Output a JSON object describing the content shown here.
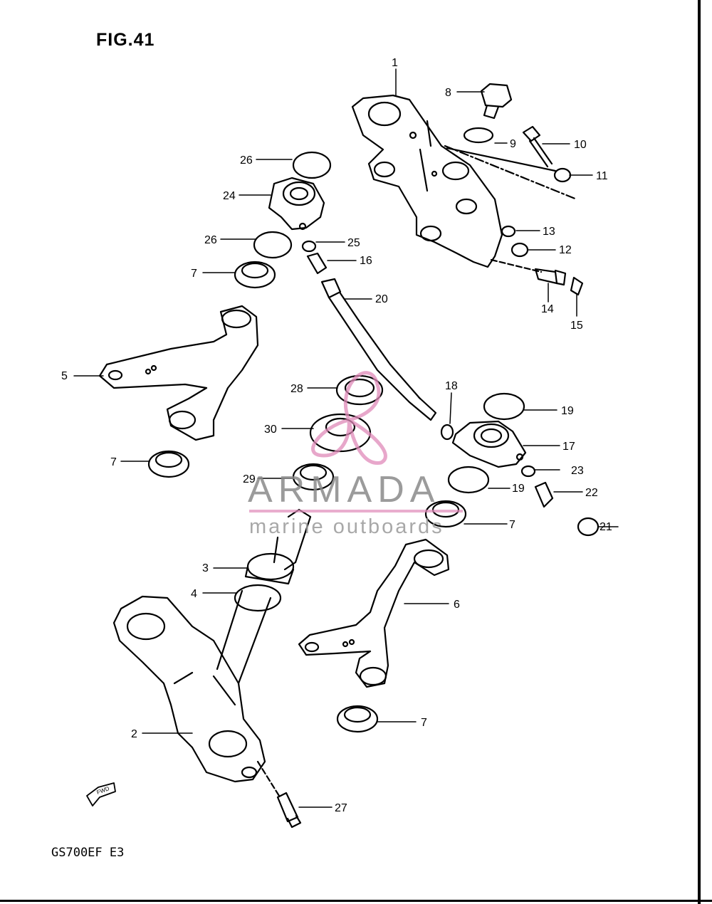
{
  "figure": {
    "title": "FIG.41",
    "model": "GS700EF  E3"
  },
  "watermark": {
    "brand": "ARMADA",
    "tagline": "marine outboards",
    "accent_color": "#e08ab9"
  },
  "callouts": {
    "c1": "1",
    "c2": "2",
    "c3": "3",
    "c4": "4",
    "c5": "5",
    "c6": "6",
    "c7a": "7",
    "c7b": "7",
    "c7c": "7",
    "c7d": "7",
    "c8": "8",
    "c9": "9",
    "c10": "10",
    "c11": "11",
    "c12": "12",
    "c13": "13",
    "c14": "14",
    "c15": "15",
    "c16": "16",
    "c17": "17",
    "c18": "18",
    "c19a": "19",
    "c19b": "19",
    "c20": "20",
    "c21": "21",
    "c22": "22",
    "c23": "23",
    "c24": "24",
    "c25": "25",
    "c26a": "26",
    "c26b": "26",
    "c27": "27",
    "c28": "28",
    "c29": "29",
    "c30": "30"
  },
  "fwd_marker": "FWD"
}
